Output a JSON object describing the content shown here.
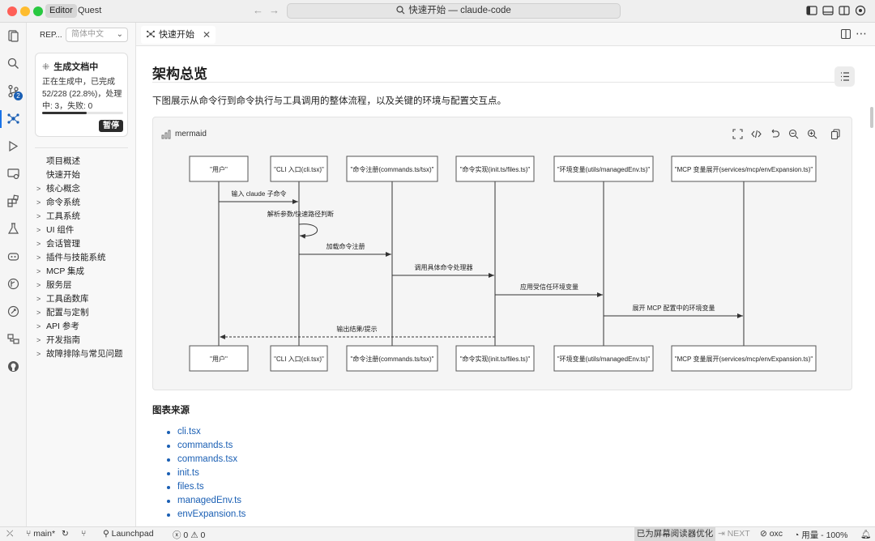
{
  "window": {
    "mode_tabs": [
      "Editor",
      "Quest"
    ],
    "command_center": "快速开始 — claude-code"
  },
  "activity_bar": {
    "icons": [
      "explorer-icon",
      "search-icon",
      "source-control-icon",
      "repo-wiki-icon",
      "run-debug-icon",
      "remote-icon",
      "extensions-icon",
      "testing-icon",
      "copilot-icon",
      "timeline-icon",
      "git-graph-icon",
      "database-icon",
      "github-icon"
    ],
    "source_control_badge": "2"
  },
  "sidebar": {
    "repo_label": "REP...",
    "language_select": "简体中文",
    "generation": {
      "title": "生成文档中",
      "status": "正在生成中，已完成 52/228 (22.8%)，处理中: 3，失败: 0",
      "progress": 0.228,
      "pause_label": "暂停"
    },
    "nav": [
      {
        "label": "项目概述",
        "expandable": false
      },
      {
        "label": "快速开始",
        "expandable": false
      },
      {
        "label": "核心概念",
        "expandable": true
      },
      {
        "label": "命令系统",
        "expandable": true
      },
      {
        "label": "工具系统",
        "expandable": true
      },
      {
        "label": "UI 组件",
        "expandable": true
      },
      {
        "label": "会话管理",
        "expandable": true
      },
      {
        "label": "插件与技能系统",
        "expandable": true
      },
      {
        "label": "MCP 集成",
        "expandable": true
      },
      {
        "label": "服务层",
        "expandable": true
      },
      {
        "label": "工具函数库",
        "expandable": true
      },
      {
        "label": "配置与定制",
        "expandable": true
      },
      {
        "label": "API 参考",
        "expandable": true
      },
      {
        "label": "开发指南",
        "expandable": true
      },
      {
        "label": "故障排除与常见问题",
        "expandable": true
      }
    ]
  },
  "editor": {
    "tab_label": "快速开始",
    "heading": "架构总览",
    "intro": "下图展示从命令行到命令执行与工具调用的整体流程，以及关键的环境与配置交互点。",
    "diagram_label": "mermaid",
    "diagram": {
      "participants": [
        "\"用户\"",
        "\"CLI 入口(cli.tsx)\"",
        "\"命令注册(commands.ts/tsx)\"",
        "\"命令实现(init.ts/files.ts)\"",
        "\"环境变量(utils/managedEnv.ts)\"",
        "\"MCP 变量展开(services/mcp/envExpansion.ts)\""
      ],
      "messages": [
        {
          "from": 0,
          "to": 1,
          "text": "输入 claude 子命令",
          "dashed": false
        },
        {
          "from": 1,
          "to": 1,
          "text": "解析参数/快速路径判断",
          "dashed": false
        },
        {
          "from": 1,
          "to": 2,
          "text": "加载命令注册",
          "dashed": false
        },
        {
          "from": 2,
          "to": 3,
          "text": "调用具体命令处理器",
          "dashed": false
        },
        {
          "from": 3,
          "to": 4,
          "text": "应用受信任环境变量",
          "dashed": false
        },
        {
          "from": 4,
          "to": 5,
          "text": "展开 MCP 配置中的环境变量",
          "dashed": false
        },
        {
          "from": 3,
          "to": 0,
          "text": "输出结果/提示",
          "dashed": true
        }
      ]
    },
    "sources_title": "图表来源",
    "sources": [
      "cli.tsx",
      "commands.ts",
      "commands.tsx",
      "init.ts",
      "files.ts",
      "managedEnv.ts",
      "envExpansion.ts"
    ]
  },
  "status_bar": {
    "branch": "main*",
    "launchpad": "Launchpad",
    "errors": "0",
    "warnings": "0",
    "reader_mode": "已为屏幕阅读器优化",
    "next": "NEXT",
    "oxc": "oxc",
    "usage": "用量 - 100%"
  }
}
